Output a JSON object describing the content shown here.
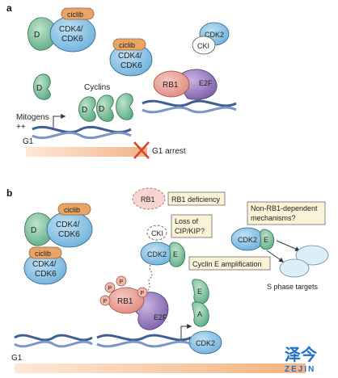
{
  "panel_a": {
    "letter": "a",
    "ciclib": "ciclib",
    "cyclin_d": "D",
    "cdk46_line1": "CDK4/",
    "cdk46_line2": "CDK6",
    "cdk2": "CDK2",
    "cki": "CKI",
    "rb1": "RB1",
    "e2f": "E2F",
    "cyclins": "Cyclins",
    "mitogens": "Mitogens",
    "mitogens_level": "++",
    "g1": "G1",
    "arrest": "G1 arrest"
  },
  "panel_b": {
    "letter": "b",
    "ciclib": "ciclib",
    "cyclin_d": "D",
    "cdk46_line1": "CDK4/",
    "cdk46_line2": "CDK6",
    "rb1": "RB1",
    "rb1_deficiency": "RB1 deficiency",
    "cki": "CKI",
    "loss_line1": "Loss of",
    "loss_line2": "CIP/KIP?",
    "cdk2": "CDK2",
    "cyclin_e": "E",
    "cyclin_a": "A",
    "e2f": "E2F",
    "phospho": "P",
    "cyclin_e_amp": "Cyclin E amplification",
    "non_rb1_line1": "Non-RB1-dependent",
    "non_rb1_line2": "mechanisms?",
    "s_phase_targets": "S phase targets",
    "g1": "G1"
  },
  "watermark": {
    "chinese": "泽今",
    "latin": "ZEJIN"
  },
  "colors": {
    "cdk46": "#5aa7d6",
    "cyclin_d": "#5fae86",
    "ciclib": "#e6a25a",
    "rb1": "#e79a8f",
    "e2f": "#8c6fb5",
    "cdk2": "#9ccbe6",
    "dna": "#4f6fa8",
    "arrow_bar": "#f6c9a6",
    "arrest_x": "#d9432b"
  }
}
